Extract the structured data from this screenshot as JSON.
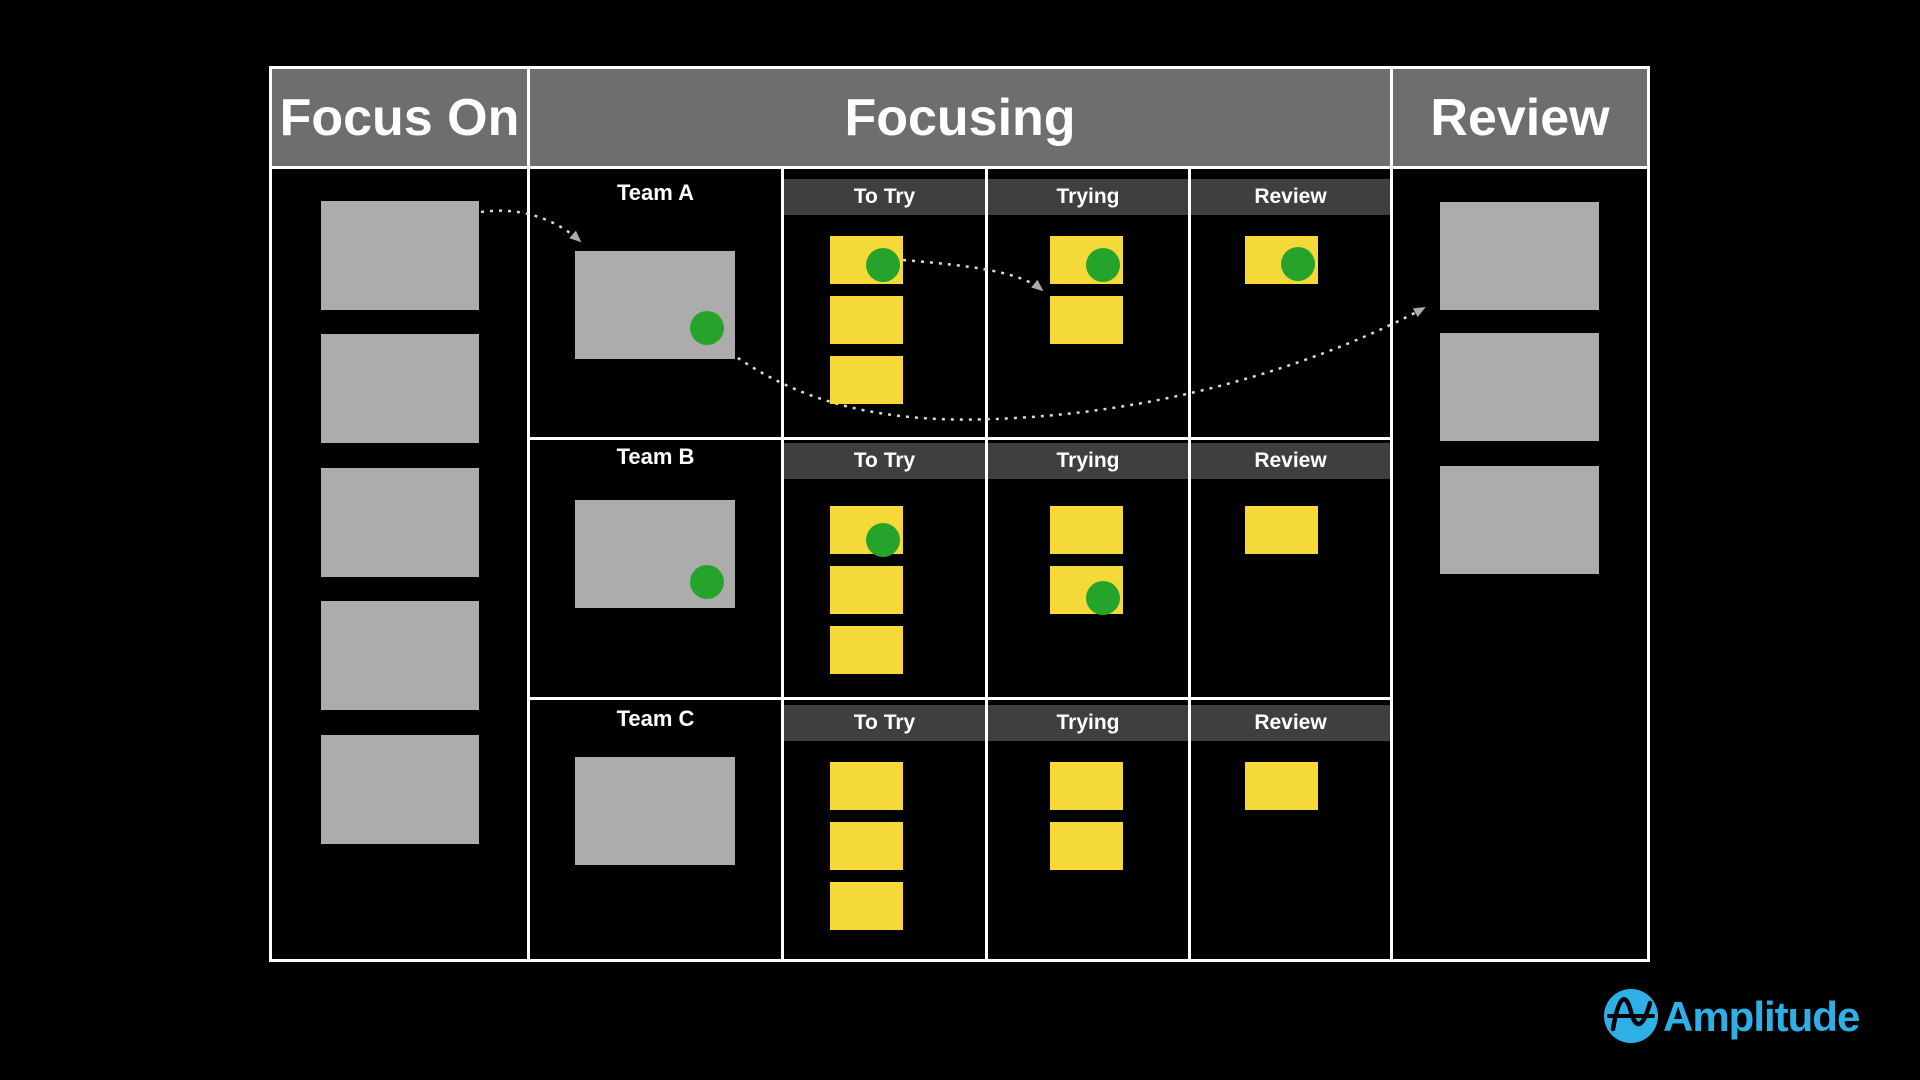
{
  "board": {
    "focus_column": {
      "title": "Focus On",
      "cards": 5
    },
    "focusing_section": {
      "title": "Focusing",
      "sub_columns": [
        "To Try",
        "Trying",
        "Review"
      ],
      "teams": [
        {
          "name": "Team A",
          "card": {
            "dot": true,
            "dot_dy": 77
          },
          "to_try": [
            {
              "dot": true,
              "dot_dy": 29
            },
            {
              "dot": false
            },
            {
              "dot": false
            }
          ],
          "trying": [
            {
              "dot": true,
              "dot_dy": 29
            },
            {
              "dot": false
            }
          ],
          "review": [
            {
              "dot": true,
              "dot_dy": 28
            }
          ]
        },
        {
          "name": "Team B",
          "card": {
            "dot": true,
            "dot_dy": 82
          },
          "to_try": [
            {
              "dot": true,
              "dot_dy": 34
            },
            {
              "dot": false
            },
            {
              "dot": false
            }
          ],
          "trying": [
            {
              "dot": false
            },
            {
              "dot": true,
              "dot_dy": 32
            }
          ],
          "review": [
            {
              "dot": false
            }
          ]
        },
        {
          "name": "Team C",
          "card": {
            "dot": false
          },
          "to_try": [
            {
              "dot": false
            },
            {
              "dot": false
            },
            {
              "dot": false
            }
          ],
          "trying": [
            {
              "dot": false
            },
            {
              "dot": false
            }
          ],
          "review": [
            {
              "dot": false
            }
          ]
        }
      ]
    },
    "review_column": {
      "title": "Review",
      "cards": 3
    }
  },
  "arrows": [
    {
      "name": "arrow-focus-to-team-a",
      "from": "focus-card-1",
      "to": "team-a-card"
    },
    {
      "name": "arrow-team-a-to-try-to-trying",
      "from": "team-a-to-try-note-1",
      "to": "team-a-trying-column"
    },
    {
      "name": "arrow-team-a-card-to-review",
      "from": "team-a-card",
      "to": "review-column"
    }
  ],
  "logo": {
    "brand": "Amplitude"
  },
  "colors": {
    "background": "#000000",
    "header_bg": "#6E6E6E",
    "subheader_bg": "#3F3F3F",
    "card_gray": "#ACACAC",
    "note_yellow": "#F5D938",
    "dot_green": "#26A32B",
    "border": "#FFFFFF",
    "arrow": "#D9D9D9",
    "arrowhead": "#ABABAB",
    "logo_blue": "#2EB0E6"
  }
}
